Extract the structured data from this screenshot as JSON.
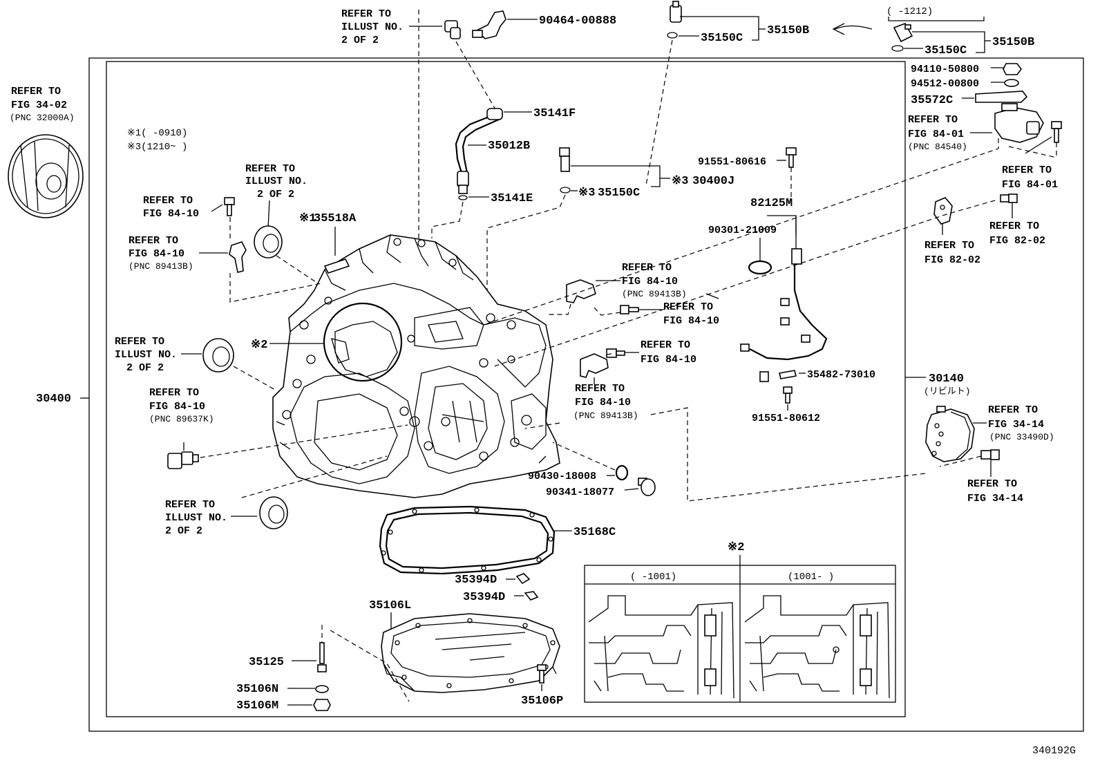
{
  "diagram_id": "340192G",
  "parts": {
    "p30400": "30400",
    "p35150B_a": "35150B",
    "p35150C_a": "35150C",
    "p35150B_b": "35150B",
    "p35150C_b": "35150C",
    "p90464": "90464-00888",
    "p35141F": "35141F",
    "p35012B": "35012B",
    "p35141E": "35141E",
    "p35150C_c": "35150C",
    "p30400J": "30400J",
    "p35518A": "35518A",
    "p82125M": "82125M",
    "p91551_80616": "91551-80616",
    "p90301": "90301-21009",
    "p94110": "94110-50800",
    "p94512": "94512-00800",
    "p35572C": "35572C",
    "p35482": "35482-73010",
    "p91551_80612": "91551-80612",
    "p30140": "30140",
    "p90430": "90430-18008",
    "p90341": "90341-18077",
    "p35168C": "35168C",
    "p35394D_a": "35394D",
    "p35394D_b": "35394D",
    "p35106L": "35106L",
    "p35125": "35125",
    "p35106N": "35106N",
    "p35106M": "35106M",
    "p35106P": "35106P"
  },
  "refs": {
    "r_fig3402": [
      "REFER TO",
      "FIG 34-02",
      "(PNC 32000A)"
    ],
    "r_illust_top": [
      "REFER TO",
      "ILLUST NO.",
      "2 OF 2"
    ],
    "r_illust_left1": [
      "REFER TO",
      "ILLUST NO.",
      "2 OF 2"
    ],
    "r_fig8410_a": [
      "REFER TO",
      "FIG 84-10"
    ],
    "r_fig8410_b": [
      "REFER TO",
      "FIG 84-10",
      "(PNC 89413B)"
    ],
    "r_illust_left2": [
      "REFER TO",
      "ILLUST NO.",
      "2 OF 2"
    ],
    "r_fig8410_c": [
      "REFER TO",
      "FIG 84-10",
      "(PNC 89637K)"
    ],
    "r_illust_left3": [
      "REFER TO",
      "ILLUST NO.",
      "2 OF 2"
    ],
    "r_fig8410_d": [
      "REFER TO",
      "FIG 84-10",
      "(PNC 89413B)"
    ],
    "r_fig8410_e": [
      "REFER TO",
      "FIG 84-10"
    ],
    "r_fig8410_f": [
      "REFER TO",
      "FIG 84-10"
    ],
    "r_fig8410_g": [
      "REFER TO",
      "FIG 84-10",
      "(PNC 89413B)"
    ],
    "r_fig8401_a": [
      "REFER TO",
      "FIG 84-01",
      "(PNC 84540)"
    ],
    "r_fig8401_b": [
      "REFER TO",
      "FIG 84-01"
    ],
    "r_fig8202_a": [
      "REFER TO",
      "FIG 82-02"
    ],
    "r_fig8202_b": [
      "REFER TO",
      "FIG 82-02"
    ],
    "r_fig3414_a": [
      "REFER TO",
      "FIG 34-14",
      "(PNC 33490D)"
    ],
    "r_fig3414_b": [
      "REFER TO",
      "FIG 34-14"
    ]
  },
  "notes": {
    "n1": "※1(    -0910)",
    "n3": "※3(1210~    )",
    "mark1": "※1",
    "mark2": "※2",
    "mark3": "※3",
    "mark3b": "※3",
    "mark2_box": "※2",
    "range_top": "(    -1212)",
    "inset_left": "(    -1001)",
    "inset_right": "(1001-    )",
    "rebuilt": "(リビルト)"
  }
}
